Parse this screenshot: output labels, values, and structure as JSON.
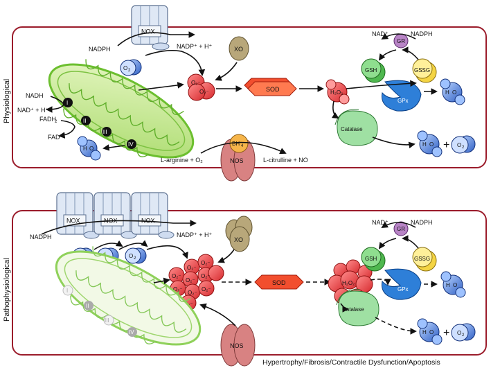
{
  "panels": {
    "top_label": "Physiological",
    "bottom_label": "Pathophysiological",
    "bottom_footer": "Hypertrophy/Fibrosis/Contractile Dysfunction/Apoptosis"
  },
  "nox": "NOX",
  "xo": "XO",
  "sod": "SOD",
  "nos": "NOS",
  "bh4": "BH",
  "bh4_sub": "4",
  "gr": "GR",
  "gsh": "GSH",
  "gssg": "GSSG",
  "gpx": "GPx",
  "catalase": "Catalase",
  "nadph": "NADPH",
  "nadph_right": "NADPH",
  "nadp_h": "NADP⁺ + H⁺",
  "nad_plus": "NAD⁺",
  "nadh": "NADH",
  "nad_h": "NAD⁺ + H⁺",
  "fadh2": "FADH",
  "fadh2_sub": "2",
  "fad": "FAD",
  "o2": "O",
  "o2_sub": "2",
  "superoxide": "O₂⁻",
  "h2o": "H",
  "h2o_tail": "O",
  "h2o2": "H₂O₂",
  "plus": "+",
  "arginine": "L-arginine + O₂",
  "citrulline": "L-citrulline + NO",
  "complexes": [
    "I",
    "II",
    "III",
    "IV"
  ],
  "colors": {
    "border": "#9b1c2b",
    "mito": "#7dc242",
    "ros": "#e8474a",
    "water": "#3c7bd6",
    "sod": "#f24e2e",
    "nos": "#d88282",
    "xo": "#b8a77a",
    "gr": "#b884c6",
    "gsh": "#4fb84f",
    "gssg": "#f4d443",
    "gpx": "#2e7fd8",
    "catalase": "#9fe0a3"
  }
}
